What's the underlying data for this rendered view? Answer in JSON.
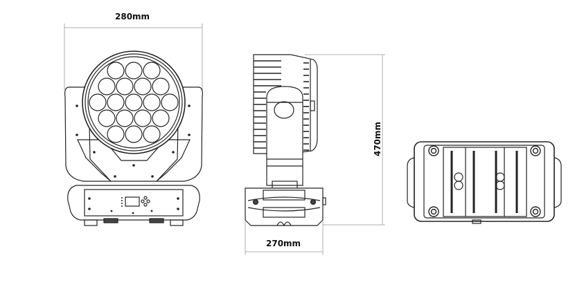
{
  "dimensions": {
    "width": "280mm",
    "height": "470mm",
    "depth": "270mm"
  },
  "views": [
    "front-view",
    "side-view",
    "bottom-view"
  ],
  "colors": {
    "line": "#222222",
    "dimension_line": "#999999",
    "fill": "#ffffff"
  }
}
